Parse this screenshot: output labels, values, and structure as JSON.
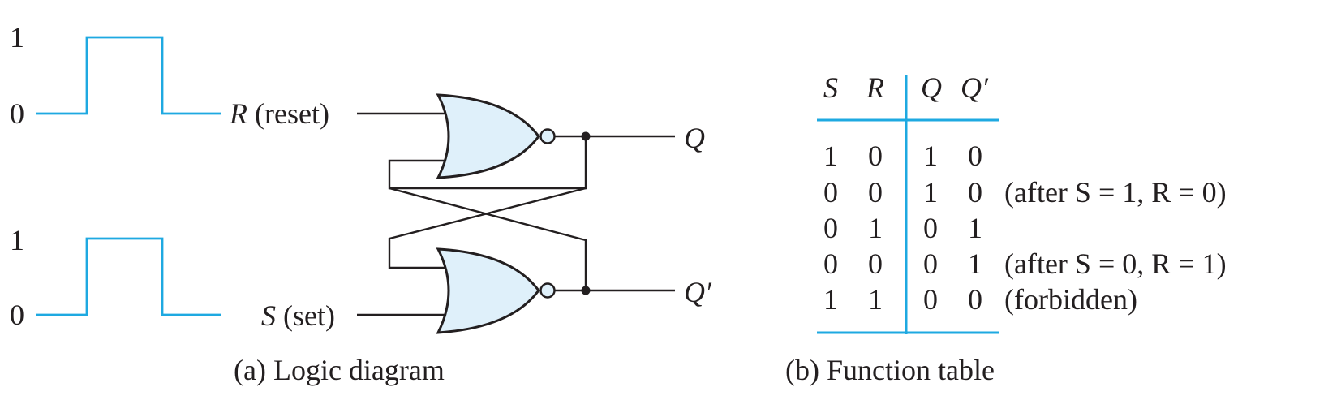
{
  "diagram": {
    "waveform_r": {
      "high": "1",
      "low": "0"
    },
    "waveform_s": {
      "high": "1",
      "low": "0"
    },
    "input_r": {
      "symbol": "R",
      "text": " (reset)"
    },
    "input_s": {
      "symbol": "S",
      "text": " (set)"
    },
    "output_q": "Q",
    "output_qprime": "Q′",
    "caption": "(a) Logic diagram"
  },
  "table": {
    "headers": [
      "S",
      "R",
      "Q",
      "Q′"
    ],
    "rows": [
      {
        "s": "1",
        "r": "0",
        "q": "1",
        "qp": "0",
        "note": ""
      },
      {
        "s": "0",
        "r": "0",
        "q": "1",
        "qp": "0",
        "note": "(after S = 1, R = 0)"
      },
      {
        "s": "0",
        "r": "1",
        "q": "0",
        "qp": "1",
        "note": ""
      },
      {
        "s": "0",
        "r": "0",
        "q": "0",
        "qp": "1",
        "note": "(after S = 0, R = 1)"
      },
      {
        "s": "1",
        "r": "1",
        "q": "0",
        "qp": "0",
        "note": "(forbidden)"
      }
    ],
    "caption": "(b) Function table"
  },
  "colors": {
    "wave": "#1ea9e1",
    "gate_fill": "#dff0fa",
    "ink": "#231f20"
  }
}
